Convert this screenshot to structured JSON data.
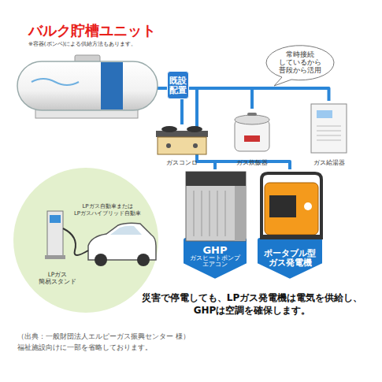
{
  "diagram": {
    "nodes": [
      {
        "text": [
          "バルク貯槽ユニット",
          "※容器(ボンベ)による供給方法もあります。"
        ]
      },
      {
        "text": [
          "既設 配置"
        ]
      },
      {
        "text": [
          "常時接続 しているから 普段から活用"
        ]
      },
      {
        "text": [
          "ガスコンロ"
        ]
      },
      {
        "text": [
          "ガス炊飯器"
        ]
      },
      {
        "text": [
          "ガス給湯器"
        ]
      },
      {
        "text": [
          "LPガス自動車または LPガスハイブリッド自動車"
        ]
      },
      {
        "text": [
          "LPガス 簡易スタンド"
        ]
      },
      {
        "text": [
          "GHP",
          "ガスヒートポンプ エアコン"
        ]
      },
      {
        "text": [
          "ポータブル型 ガス発電機"
        ]
      }
    ],
    "edges": [
      {
        "from": 0,
        "to": 3,
        "arrow": "none"
      },
      {
        "from": 0,
        "to": 4,
        "arrow": "none"
      },
      {
        "from": 0,
        "to": 5,
        "arrow": "none"
      },
      {
        "from": 0,
        "to": 8,
        "arrow": "none"
      },
      {
        "from": 0,
        "to": 9,
        "arrow": "none"
      }
    ],
    "labels": [
      "災害で停電しても、LPガス発電機は電気を供給し、 GHPは空調を確保します。",
      "（出典：一般財団法人エルピーガス振興センター 様）",
      "福祉施設向けに一部を省略しております。"
    ]
  }
}
